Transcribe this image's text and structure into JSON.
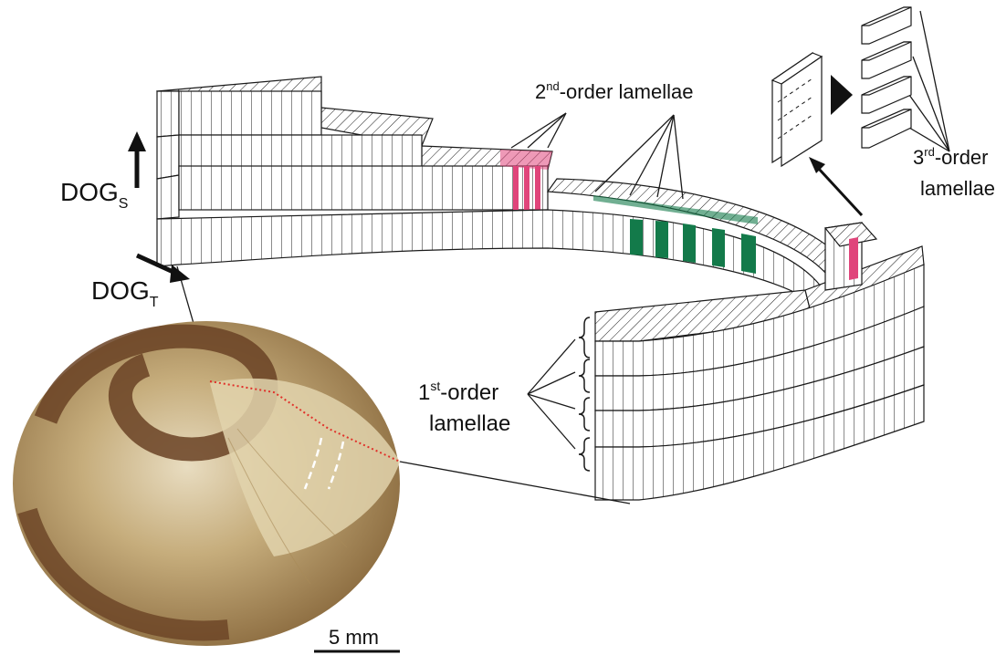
{
  "labels": {
    "second_order": {
      "ord": "2",
      "sup": "nd",
      "rest": "-order lamellae"
    },
    "third_order": {
      "ord": "3",
      "sup": "rd",
      "rest": "-order",
      "line2": "lamellae"
    },
    "first_order": {
      "ord": "1",
      "sup": "st",
      "rest": "-order",
      "line2": "lamellae"
    },
    "dog_s": {
      "main": "DOG",
      "sub": "S"
    },
    "dog_t": {
      "main": "DOG",
      "sub": "T"
    },
    "scale_bar": "5 mm"
  },
  "colors": {
    "stroke": "#1a1a1a",
    "pink": "#e0457b",
    "green": "#137a4a",
    "shell_dark": "#6a4224",
    "shell_light": "#c6ad7c",
    "dashed_outline": "#e0312a"
  },
  "icons": {
    "dog_s_arrow": "arrow-up-icon",
    "dog_t_arrow": "arrow-diagonal-icon",
    "detail_arrow": "arrow-up-right-icon",
    "transform_arrow": "triangle-right-icon",
    "brace": "curly-brace-icon"
  }
}
